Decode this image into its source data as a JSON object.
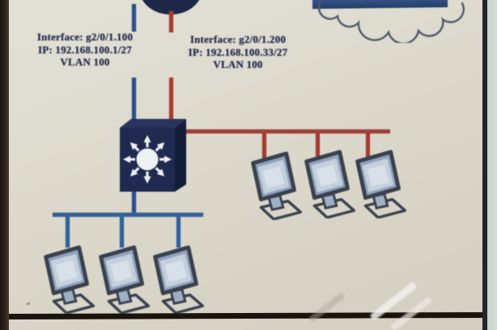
{
  "diagram_type": "network-topology-photo",
  "labels": {
    "left_subinterface": {
      "interface": "Interface: g2/0/1.100",
      "ip": "IP: 192.168.100.1/27",
      "vlan": "VLAN 100"
    },
    "right_subinterface": {
      "interface": "Interface: g2/0/1.200",
      "ip": "IP: 192.168.100.33/27",
      "vlan": "VLAN 100"
    }
  },
  "devices": {
    "top_device": "router-cropped-at-top-edge",
    "core_switch": "multilayer-switch",
    "cloud": "network-cloud-cropped",
    "left_pc_count": 3,
    "right_pc_count": 3
  },
  "colors": {
    "background_beige": "#dcd9cc",
    "blue_link": "#2a4f8e",
    "red_link": "#a93a2e",
    "device_navy": "#1e2a52",
    "label_text": "#242b4f",
    "photo_border_dark": "#1c1510",
    "cloud_outline": "#4e5a6d"
  }
}
